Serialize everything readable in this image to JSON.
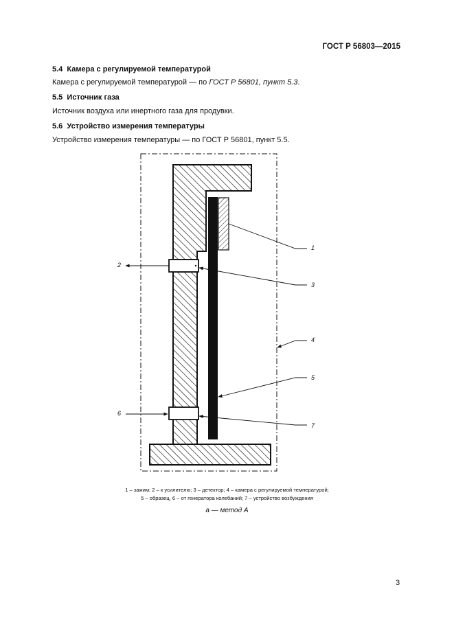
{
  "header": {
    "standard_id": "ГОСТ Р 56803—2015"
  },
  "sections": [
    {
      "number": "5.4",
      "title": "Камера с регулируемой температурой",
      "text_plain": "Камера с регулируемой температурой — по ",
      "text_italic": "ГОСТ Р 56801, пункт 5.3",
      "text_end": "."
    },
    {
      "number": "5.5",
      "title": "Источник газа",
      "text": "Источник воздуха или инертного газа для продувки."
    },
    {
      "number": "5.6",
      "title": "Устройство измерения температуры",
      "text": "Устройство измерения температуры — по ГОСТ Р 56801, пункт 5.5."
    }
  ],
  "figure": {
    "labels": {
      "l1": "1",
      "l2": "2",
      "l3": "3",
      "l4": "4",
      "l5": "5",
      "l6": "6",
      "l7": "7"
    },
    "legend_line1": "1 – зажим; 2 – к усилителю; 3 – детектор; 4 – камера с регулируемой температурой;",
    "legend_line2": "5 – образец, 6 – от генератора колебаний; 7 – устройство возбуждения",
    "caption": "а — метод А"
  },
  "footer": {
    "page_number": "3"
  }
}
